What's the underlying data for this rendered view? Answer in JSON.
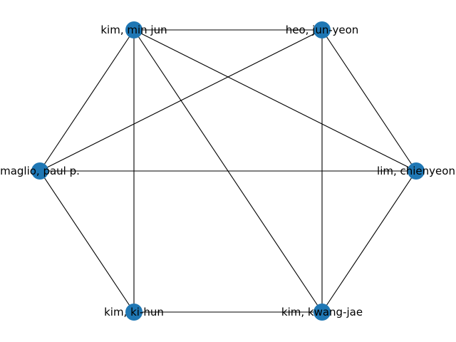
{
  "graph": {
    "node_color": "#1f77b4",
    "edge_color": "#000000",
    "label_color": "#000000",
    "nodes": [
      {
        "id": "kim_min_jun",
        "label": "kim, min jun"
      },
      {
        "id": "heo_jun_yeon",
        "label": "heo, jun-yeon"
      },
      {
        "id": "lim_chienyeon",
        "label": "lim, chienyeon"
      },
      {
        "id": "kim_kwang_jae",
        "label": "kim, kwang-jae"
      },
      {
        "id": "kim_ki_hun",
        "label": "kim, ki-hun"
      },
      {
        "id": "maglio_paul_p",
        "label": "maglio, paul p."
      }
    ],
    "edges": [
      [
        "kim_min_jun",
        "heo_jun_yeon"
      ],
      [
        "kim_min_jun",
        "lim_chienyeon"
      ],
      [
        "kim_min_jun",
        "kim_kwang_jae"
      ],
      [
        "kim_min_jun",
        "kim_ki_hun"
      ],
      [
        "kim_min_jun",
        "maglio_paul_p"
      ],
      [
        "heo_jun_yeon",
        "lim_chienyeon"
      ],
      [
        "heo_jun_yeon",
        "kim_kwang_jae"
      ],
      [
        "heo_jun_yeon",
        "maglio_paul_p"
      ],
      [
        "lim_chienyeon",
        "kim_kwang_jae"
      ],
      [
        "lim_chienyeon",
        "maglio_paul_p"
      ],
      [
        "kim_kwang_jae",
        "kim_ki_hun"
      ],
      [
        "kim_ki_hun",
        "maglio_paul_p"
      ]
    ]
  }
}
